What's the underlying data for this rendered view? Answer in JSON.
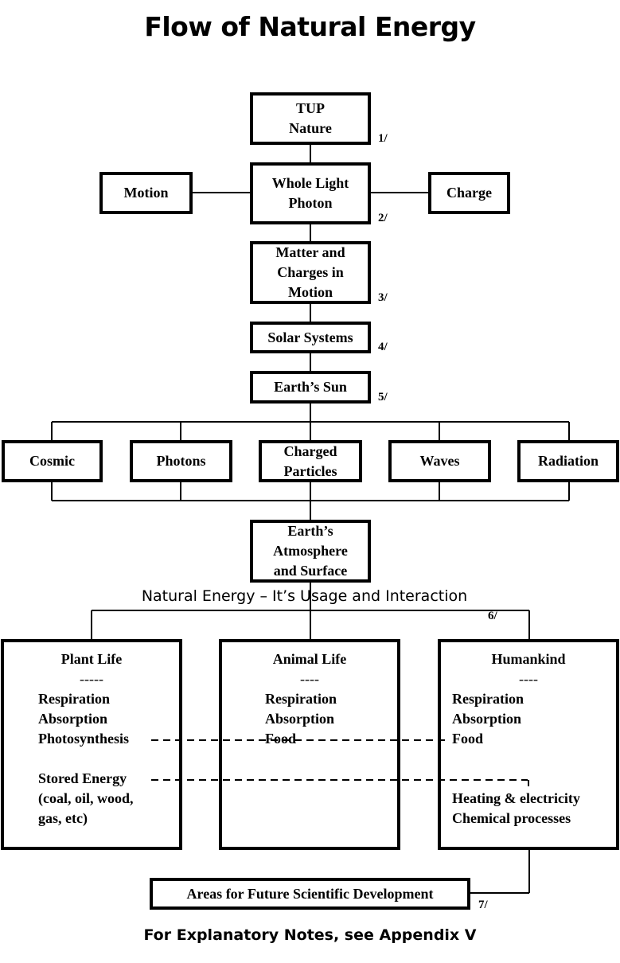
{
  "title": "Flow of Natural Energy",
  "subtitle": "Natural Energy – It’s Usage and Interaction",
  "footer": "For Explanatory Notes, see Appendix V",
  "nodes": {
    "tup_nature": "TUP\nNature",
    "whole_light_photon": "Whole Light\nPhoton",
    "motion": "Motion",
    "charge": "Charge",
    "matter_charges": "Matter and\nCharges in\nMotion",
    "solar_systems": "Solar Systems",
    "earths_sun": "Earth’s Sun",
    "cosmic": "Cosmic",
    "photons": "Photons",
    "charged_particles": "Charged\nParticles",
    "waves": "Waves",
    "radiation": "Radiation",
    "earth_atmosphere": "Earth’s\nAtmosphere\nand Surface",
    "future_development": "Areas for Future Scientific Development"
  },
  "notes": [
    "1/",
    "2/",
    "3/",
    "4/",
    "5/",
    "6/",
    "7/"
  ],
  "life_boxes": {
    "plant": {
      "header": "Plant Life",
      "separator": "-----",
      "items": [
        "Respiration",
        "Absorption",
        "Photosynthesis",
        "Stored Energy",
        "(coal, oil, wood,",
        "gas, etc)"
      ]
    },
    "animal": {
      "header": "Animal Life",
      "separator": "----",
      "items": [
        "Respiration",
        "Absorption",
        "Food"
      ]
    },
    "human": {
      "header": "Humankind",
      "separator": "----",
      "items": [
        "Respiration",
        "Absorption",
        "Food",
        "Heating & electricity",
        "Chemical processes"
      ]
    }
  }
}
